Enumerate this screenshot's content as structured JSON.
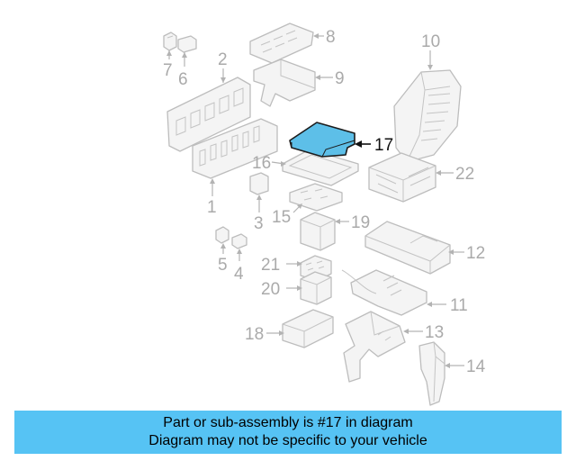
{
  "diagram": {
    "callouts": {
      "c1": "1",
      "c2": "2",
      "c3": "3",
      "c4": "4",
      "c5": "5",
      "c6": "6",
      "c7": "7",
      "c8": "8",
      "c9": "9",
      "c10": "10",
      "c11": "11",
      "c12": "12",
      "c13": "13",
      "c14": "14",
      "c15": "15",
      "c16": "16",
      "c17": "17",
      "c18": "18",
      "c19": "19",
      "c20": "20",
      "c21": "21",
      "c22": "22"
    },
    "highlighted_part": "17",
    "highlight_color": "#5dbfe8"
  },
  "banner": {
    "line1": "Part or sub-assembly is #17 in diagram",
    "line2": "Diagram may not be specific to your vehicle",
    "color": "#56c3f4"
  }
}
